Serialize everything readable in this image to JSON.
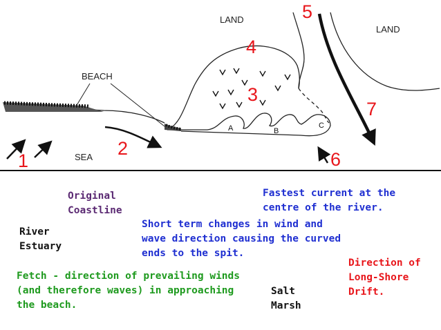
{
  "map": {
    "land_left": "LAND",
    "land_right": "LAND",
    "beach": "BEACH",
    "sea": "SEA",
    "numbers": [
      "1",
      "2",
      "3",
      "4",
      "5",
      "6",
      "7"
    ],
    "points": [
      "A",
      "B",
      "C"
    ]
  },
  "captions": {
    "coastline": [
      "Original",
      "Coastline"
    ],
    "estuary": [
      "River",
      "Estuary"
    ],
    "current": [
      "Fastest current at the",
      "centre of the river."
    ],
    "short_term": [
      "Short term changes in wind and",
      "wave direction causing the curved",
      "ends to the spit."
    ],
    "fetch": [
      "Fetch - direction of prevailing winds",
      "(and therefore waves) in approaching",
      "the beach."
    ],
    "salt_marsh": [
      "Salt",
      "Marsh"
    ],
    "drift": [
      "Direction of",
      "Long-Shore",
      "Drift."
    ]
  },
  "colors": {
    "numbers": "#e8161b",
    "coastline": "#5b2a73",
    "estuary": "#111111",
    "current": "#1f2fd1",
    "short_term": "#1f2fd1",
    "fetch": "#1e9a1e",
    "salt_marsh": "#111111",
    "drift": "#e8161b"
  }
}
